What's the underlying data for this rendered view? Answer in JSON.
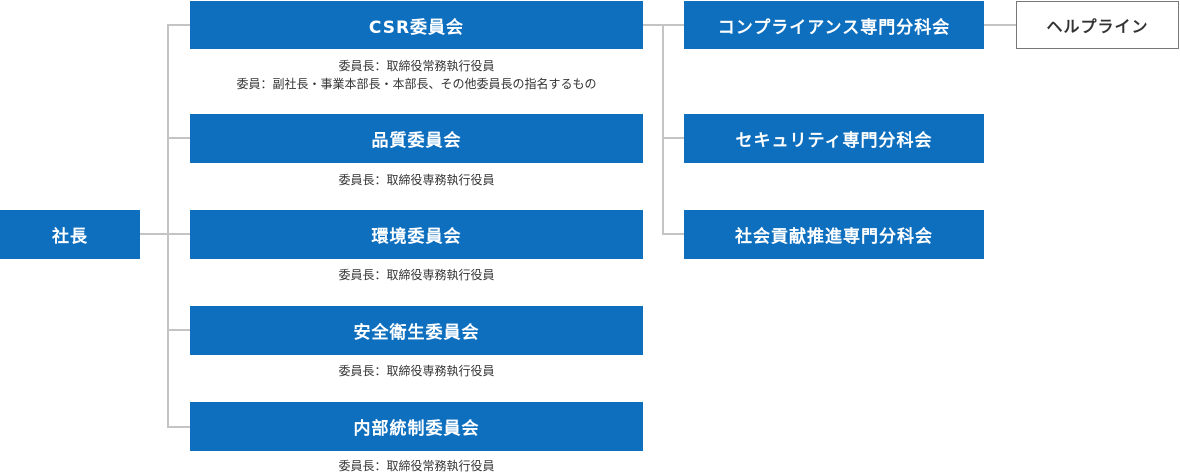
{
  "president": {
    "label": "社長"
  },
  "committees": [
    {
      "label": "CSR委員会",
      "notes": [
        "委員長：取締役常務執行役員",
        "委員：副社長・事業本部長・本部長、その他委員長の指名するもの"
      ]
    },
    {
      "label": "品質委員会",
      "notes": [
        "委員長：取締役専務執行役員"
      ]
    },
    {
      "label": "環境委員会",
      "notes": [
        "委員長：取締役専務執行役員"
      ]
    },
    {
      "label": "安全衛生委員会",
      "notes": [
        "委員長：取締役専務執行役員"
      ]
    },
    {
      "label": "内部統制委員会",
      "notes": [
        "委員長：取締役常務執行役員"
      ]
    }
  ],
  "subcommittees": [
    {
      "label": "コンプライアンス専門分科会"
    },
    {
      "label": "セキュリティ専門分科会"
    },
    {
      "label": "社会貢献推進専門分科会"
    }
  ],
  "helpline": {
    "label": "ヘルプライン"
  },
  "colors": {
    "box_fill": "#0e6fbe",
    "connector": "#c4c4c4",
    "outline_border": "#777777"
  }
}
